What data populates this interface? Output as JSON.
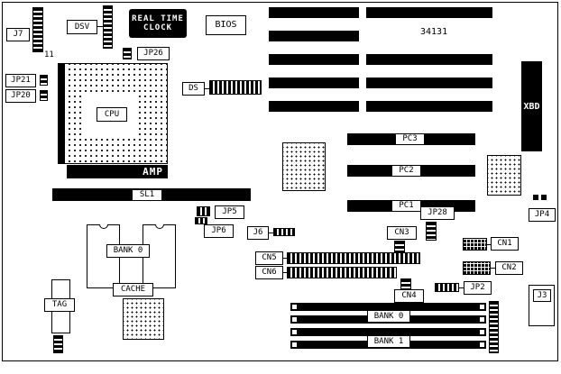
{
  "board": {
    "number": "34131",
    "annotations": {
      "j7": "J7",
      "pin_count": "11",
      "dsv": "DSV",
      "rtc_line1": "REAL TIME",
      "rtc_line2": "CLOCK",
      "bios": "BIOS",
      "jp26": "JP26",
      "jp21": "JP21",
      "jp20": "JP20",
      "cpu": "CPU",
      "amp": "AMP",
      "ds": "DS",
      "xbd": "XBD",
      "sl1": "SL1",
      "pc3": "PC3",
      "pc2": "PC2",
      "pc1": "PC1",
      "jp5": "JP5",
      "jp6": "JP6",
      "j6": "J6",
      "jp28": "JP28",
      "jp4": "JP4",
      "cn3": "CN3",
      "cn5": "CN5",
      "cn6": "CN6",
      "cn4": "CN4",
      "cn1": "CN1",
      "cn2": "CN2",
      "jp2": "JP2",
      "j3": "J3",
      "cache_bank0": "BANK 0",
      "cache": "CACHE",
      "tag": "TAG",
      "simm_bank0": "BANK 0",
      "simm_bank1": "BANK 1"
    },
    "colors": {
      "ink": "#000000",
      "paper": "#ffffff"
    }
  }
}
